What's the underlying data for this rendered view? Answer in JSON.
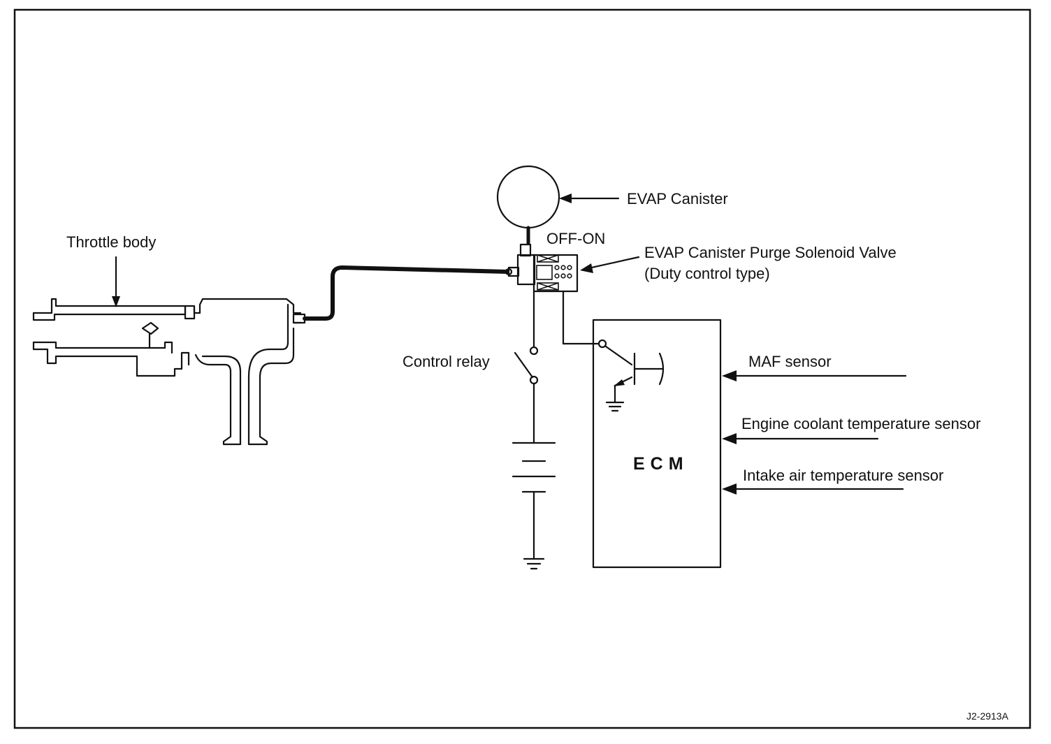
{
  "labels": {
    "evap_canister": "EVAP Canister",
    "off_on": "OFF-ON",
    "purge_valve_line1": "EVAP Canister Purge Solenoid Valve",
    "purge_valve_line2": "(Duty control type)",
    "throttle_body": "Throttle body",
    "control_relay": "Control relay",
    "ecm": "ECM",
    "maf_sensor": "MAF sensor",
    "coolant_sensor": "Engine coolant temperature sensor",
    "intake_air_sensor": "Intake air temperature sensor",
    "figure_code": "J2-2913A"
  }
}
